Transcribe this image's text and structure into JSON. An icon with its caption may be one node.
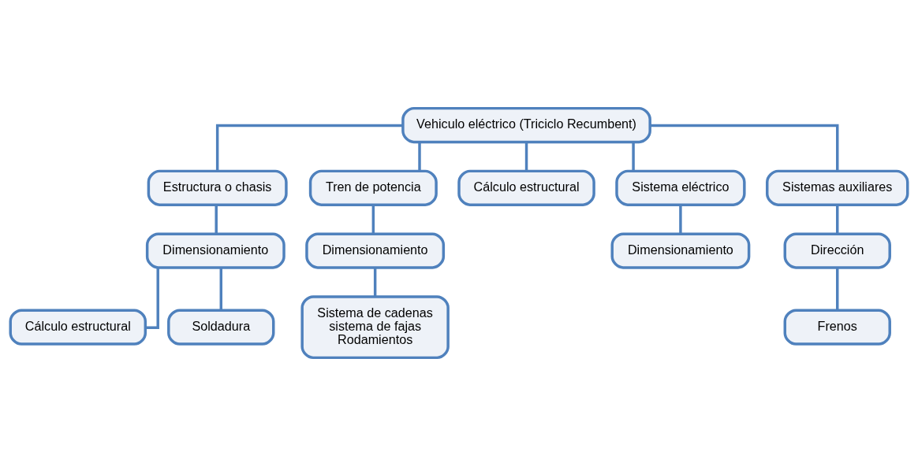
{
  "diagram": {
    "nodes": [
      {
        "text": [
          "Vehiculo eléctrico (Triciclo Recumbent)"
        ]
      },
      {
        "text": [
          "Estructura o chasis"
        ]
      },
      {
        "text": [
          "Tren de potencia"
        ]
      },
      {
        "text": [
          "Cálculo estructural"
        ]
      },
      {
        "text": [
          "Sistema eléctrico"
        ]
      },
      {
        "text": [
          "Sistemas auxiliares"
        ]
      },
      {
        "text": [
          "Dimensionamiento"
        ]
      },
      {
        "text": [
          "Dimensionamiento"
        ]
      },
      {
        "text": [
          "Dimensionamiento"
        ]
      },
      {
        "text": [
          "Dirección"
        ]
      },
      {
        "text": [
          "Cálculo estructural"
        ]
      },
      {
        "text": [
          "Soldadura"
        ]
      },
      {
        "text": [
          "Sistema de cadenas",
          "sistema de fajas",
          "Rodamientos"
        ]
      },
      {
        "text": [
          "Frenos"
        ]
      }
    ],
    "edges": [
      {
        "from": 0,
        "to": 1,
        "arrow": "none"
      },
      {
        "from": 0,
        "to": 2,
        "arrow": "none"
      },
      {
        "from": 0,
        "to": 3,
        "arrow": "none"
      },
      {
        "from": 0,
        "to": 4,
        "arrow": "none"
      },
      {
        "from": 0,
        "to": 5,
        "arrow": "none"
      },
      {
        "from": 1,
        "to": 6,
        "arrow": "none"
      },
      {
        "from": 2,
        "to": 7,
        "arrow": "none"
      },
      {
        "from": 4,
        "to": 8,
        "arrow": "none"
      },
      {
        "from": 5,
        "to": 9,
        "arrow": "none"
      },
      {
        "from": 6,
        "to": 10,
        "arrow": "none"
      },
      {
        "from": 6,
        "to": 11,
        "arrow": "none"
      },
      {
        "from": 7,
        "to": 12,
        "arrow": "none"
      },
      {
        "from": 9,
        "to": 13,
        "arrow": "none"
      }
    ]
  }
}
